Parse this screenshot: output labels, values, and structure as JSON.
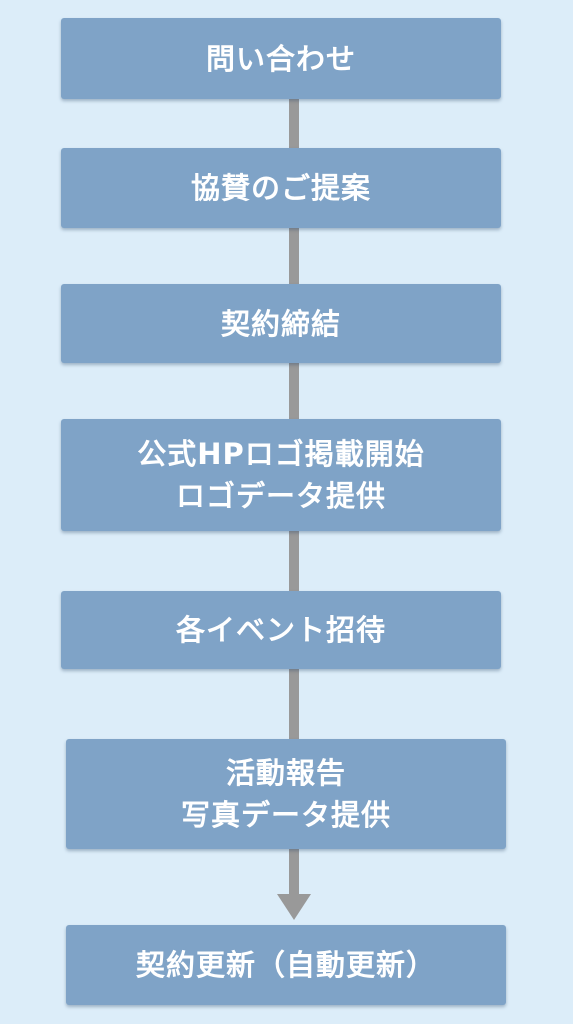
{
  "diagram": {
    "colors": {
      "background": "#dcedf9",
      "box": "#7fa3c7",
      "connector": "#999999",
      "text": "#ffffff"
    },
    "steps": [
      {
        "lines": [
          "問い合わせ"
        ]
      },
      {
        "lines": [
          "協賛のご提案"
        ]
      },
      {
        "lines": [
          "契約締結"
        ]
      },
      {
        "lines": [
          "公式HPロゴ掲載開始",
          "ロゴデータ提供"
        ]
      },
      {
        "lines": [
          "各イベント招待"
        ]
      },
      {
        "lines": [
          "活動報告",
          "写真データ提供"
        ]
      },
      {
        "lines": [
          "契約更新（自動更新）"
        ]
      }
    ]
  }
}
